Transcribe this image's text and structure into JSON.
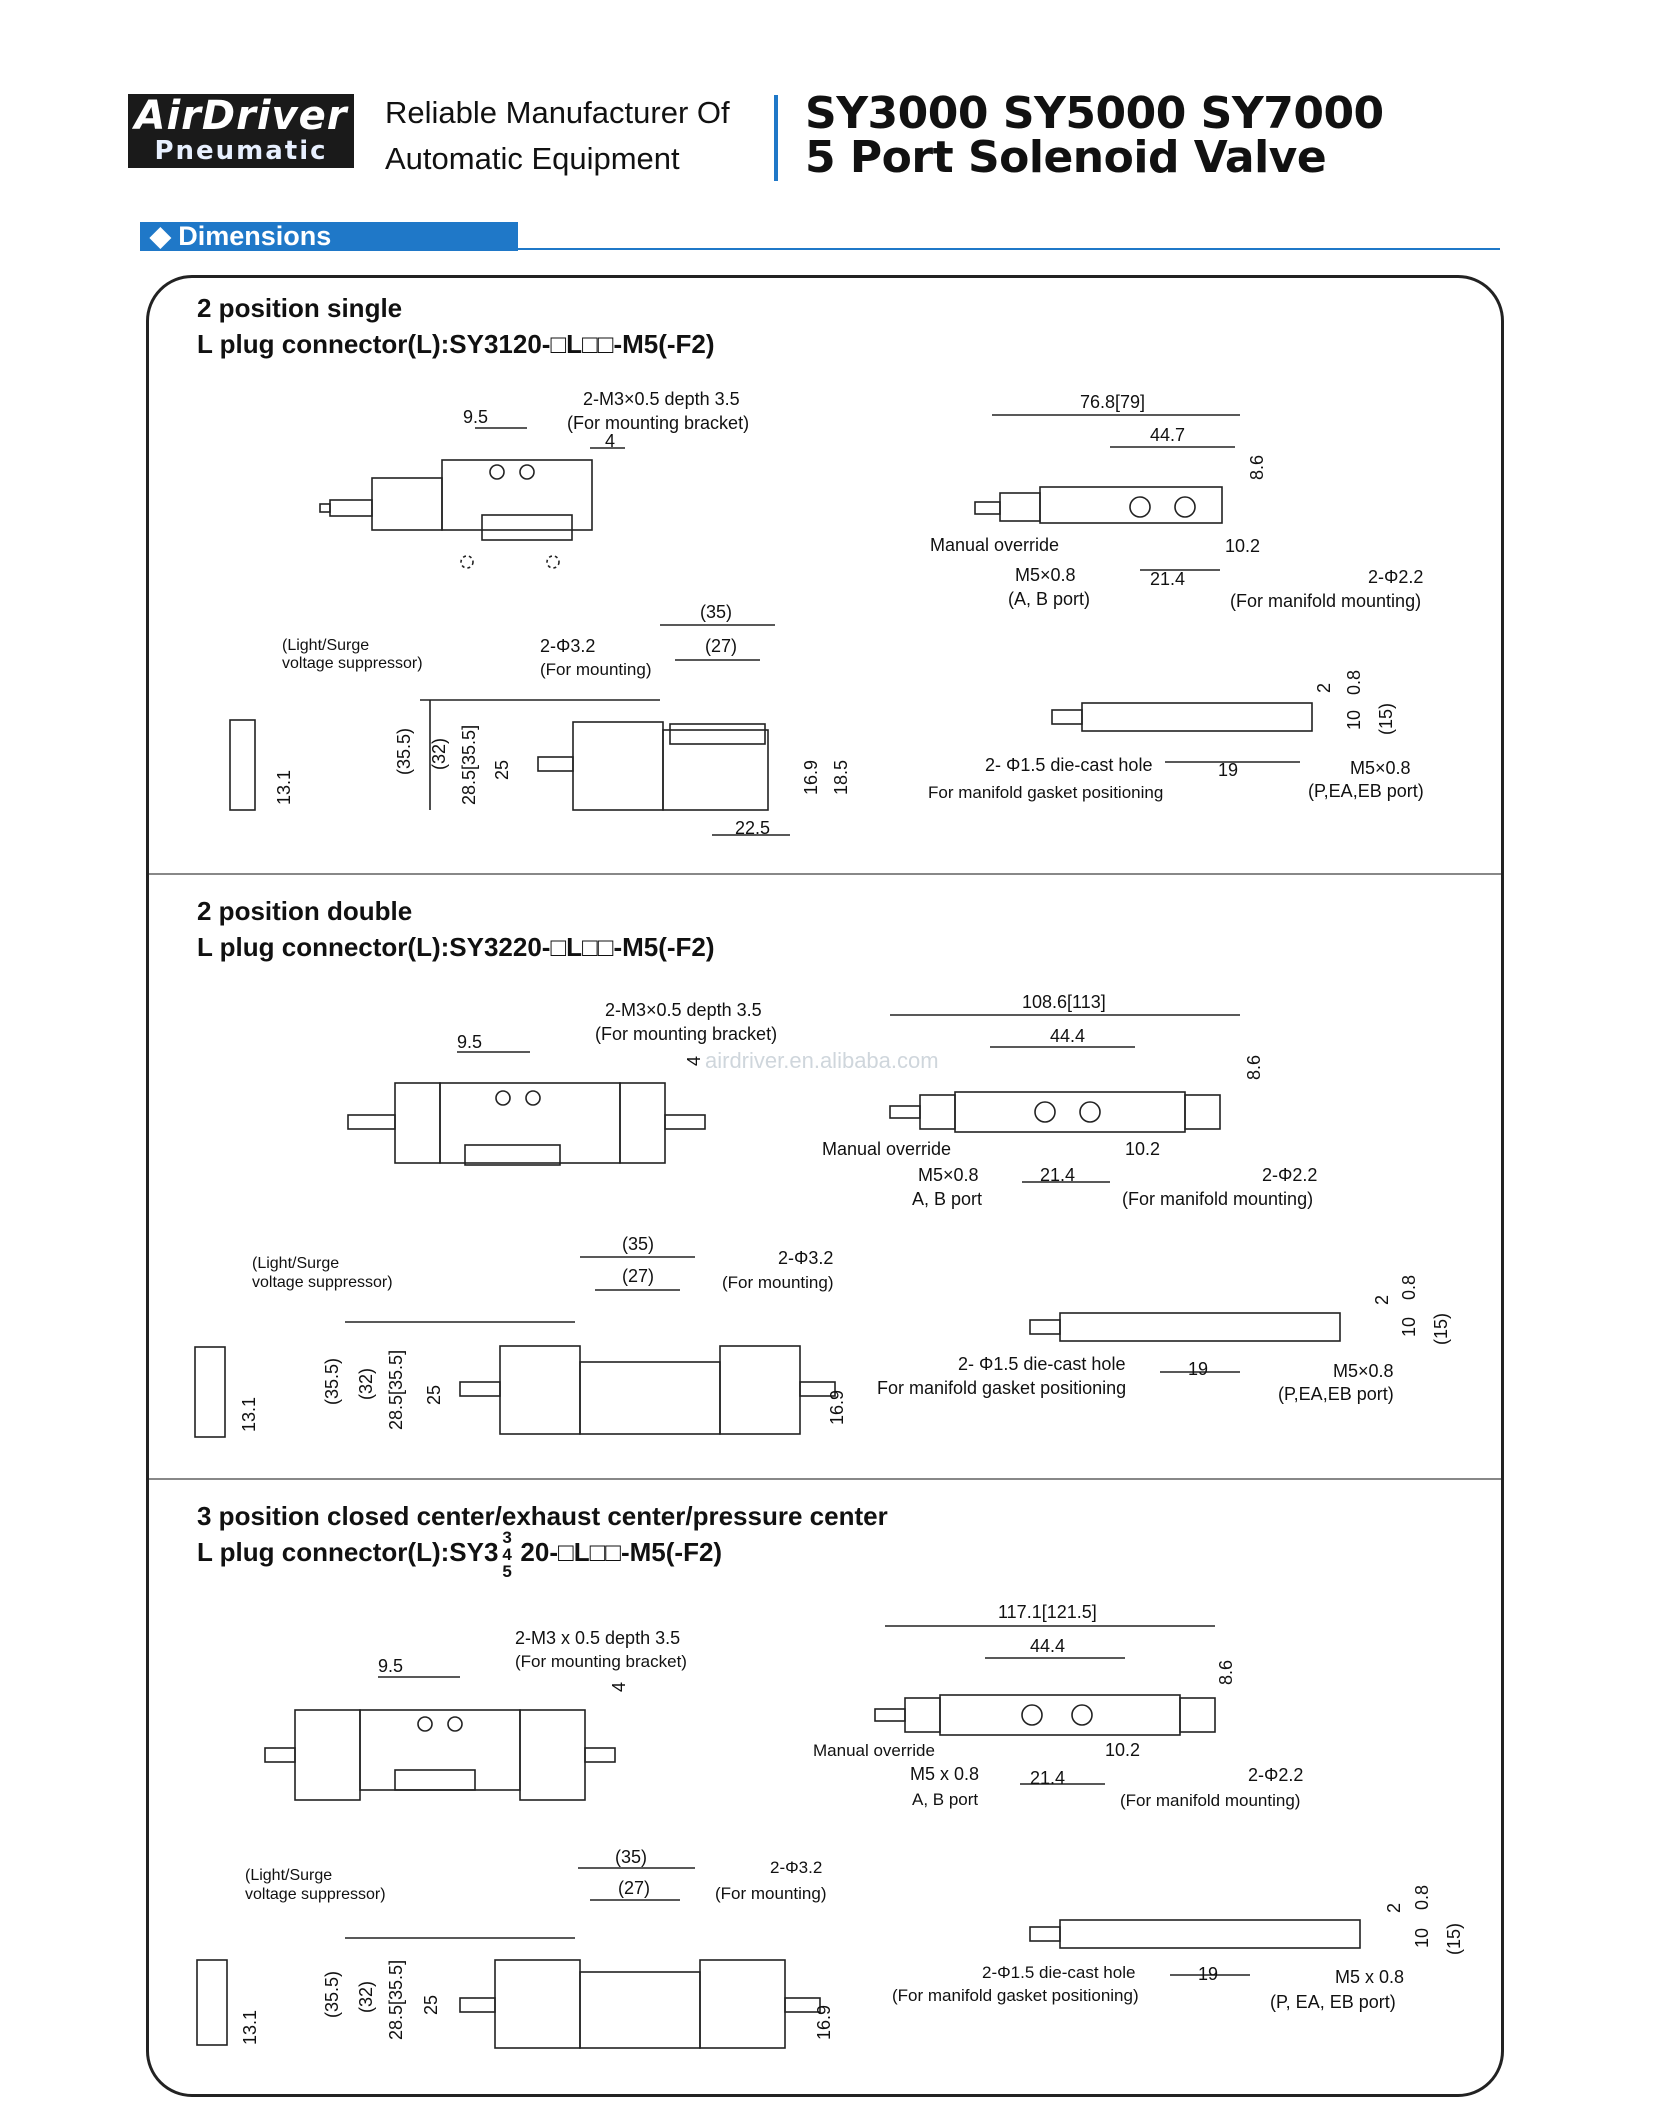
{
  "header": {
    "logo_line1": "AirDriver",
    "logo_line2": "Pneumatic",
    "tagline_line1": "Reliable Manufacturer Of",
    "tagline_line2": "Automatic Equipment",
    "title_line1": "SY3000 SY5000 SY7000",
    "title_line2": "5 Port Solenoid Valve"
  },
  "section": {
    "label": "◆ Dimensions"
  },
  "watermark": "airdriver.en.alibaba.com",
  "panels": [
    {
      "title": "2 position single",
      "subtitle": "L plug connector(L):SY3120-□L□□-M5(-F2)",
      "top": {
        "d1": "9.5",
        "d2": "4",
        "note1": "2-M3×0.5 depth 3.5",
        "note2": "(For mounting bracket)"
      },
      "right": {
        "overall": "76.8[79]",
        "pitch": "44.7",
        "h": "8.6",
        "c1": "10.2",
        "c2": "21.4",
        "manual": "Manual override",
        "port1": "M5×0.8",
        "port1b": "(A, B port)",
        "mf1": "2-Φ2.2",
        "mf2": "(For manifold mounting)"
      },
      "mid": {
        "supp1": "(Light/Surge",
        "supp2": "voltage suppressor)",
        "m1": "2-Φ3.2",
        "m2": "(For mounting)",
        "p35": "(35)",
        "p27": "(27)",
        "v355": "(35.5)",
        "v32": "(32)",
        "v285": "28.5[35.5]",
        "v25": "25",
        "v169": "16.9",
        "v185": "18.5",
        "v131": "13.1",
        "b225": "22.5"
      },
      "side": {
        "h08": "0.8",
        "h2": "2",
        "h10": "10",
        "h15": "(15)",
        "w19": "19",
        "dc1": "2- Φ1.5 die-cast hole",
        "dc2": "For manifold gasket positioning",
        "p1": "M5×0.8",
        "p2": "(P,EA,EB port)"
      }
    },
    {
      "title": "2 position double",
      "subtitle": "L plug connector(L):SY3220-□L□□-M5(-F2)",
      "top": {
        "d1": "9.5",
        "d2": "4",
        "note1": "2-M3×0.5 depth 3.5",
        "note2": "(For mounting bracket)"
      },
      "right": {
        "overall": "108.6[113]",
        "pitch": "44.4",
        "h": "8.6",
        "c1": "10.2",
        "c2": "21.4",
        "manual": "Manual override",
        "port1": "M5×0.8",
        "port1b": "A, B port",
        "mf1": "2-Φ2.2",
        "mf2": "(For manifold mounting)"
      },
      "mid": {
        "supp1": "(Light/Surge",
        "supp2": "voltage suppressor)",
        "m1": "2-Φ3.2",
        "m2": "(For mounting)",
        "p35": "(35)",
        "p27": "(27)",
        "v355": "(35.5)",
        "v32": "(32)",
        "v285": "28.5[35.5]",
        "v25": "25",
        "v169": "16.9",
        "v131": "13.1"
      },
      "side": {
        "h08": "0.8",
        "h2": "2",
        "h10": "10",
        "h15": "(15)",
        "w19": "19",
        "dc1": "2- Φ1.5 die-cast hole",
        "dc2": "For manifold gasket positioning",
        "p1": "M5×0.8",
        "p2": "(P,EA,EB port)"
      }
    },
    {
      "title": "3 position closed center/exhaust center/pressure center",
      "subtitle_a": "L plug connector(L):SY3",
      "subtitle_n": [
        "3",
        "4",
        "5"
      ],
      "subtitle_b": "20-□L□□-M5(-F2)",
      "top": {
        "d1": "9.5",
        "d2": "4",
        "note1": "2-M3 x 0.5 depth 3.5",
        "note2": "(For mounting bracket)"
      },
      "right": {
        "overall": "117.1[121.5]",
        "pitch": "44.4",
        "h": "8.6",
        "c1": "10.2",
        "c2": "21.4",
        "manual": "Manual override",
        "port1": "M5 x 0.8",
        "port1b": "A, B port",
        "mf1": "2-Φ2.2",
        "mf2": "(For manifold mounting)"
      },
      "mid": {
        "supp1": "(Light/Surge",
        "supp2": "voltage suppressor)",
        "m1": "2-Φ3.2",
        "m2": "(For mounting)",
        "p35": "(35)",
        "p27": "(27)",
        "v355": "(35.5)",
        "v32": "(32)",
        "v285": "28.5[35.5]",
        "v25": "25",
        "v169": "16.9",
        "v131": "13.1"
      },
      "side": {
        "h08": "0.8",
        "h2": "2",
        "h10": "10",
        "h15": "(15)",
        "w19": "19",
        "dc1": "2-Φ1.5 die-cast hole",
        "dc2": "(For manifold gasket positioning)",
        "p1": "M5 x 0.8",
        "p2": "(P, EA, EB port)"
      }
    }
  ]
}
